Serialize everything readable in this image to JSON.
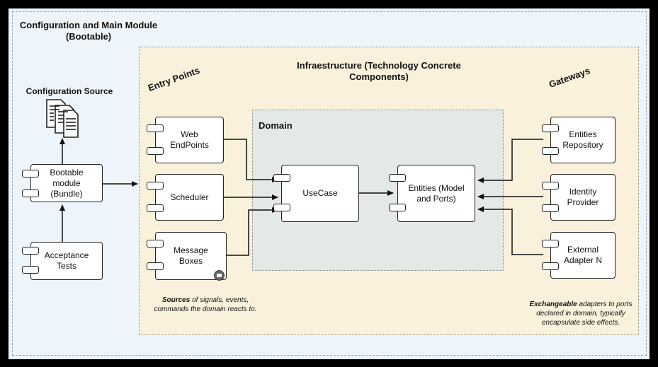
{
  "title": {
    "line1": "Configuration and Main Module",
    "line2": "(Bootable)"
  },
  "config_source": "Configuration Source",
  "infra_title": {
    "line1": "Infraestructure  (Technology Concrete",
    "line2": "Components)"
  },
  "entry_points": "Entry Points",
  "gateways": "Gateways",
  "domain": "Domain",
  "bootable": [
    "Bootable",
    "module",
    "(Bundle)"
  ],
  "acceptance": [
    "Acceptance",
    "Tests"
  ],
  "web": [
    "Web",
    "EndPoints"
  ],
  "scheduler": [
    "Scheduler"
  ],
  "message": [
    "Message",
    "Boxes"
  ],
  "usecase": [
    "UseCase"
  ],
  "entities": [
    "Entities (Model",
    "and Ports)"
  ],
  "repo": [
    "Entities",
    "Repository"
  ],
  "identity": [
    "Identity",
    "Provider"
  ],
  "external": [
    "External",
    "Adapter N"
  ],
  "sources_note": {
    "bold": "Sources",
    "rest1": " of signals, events,",
    "line2": "commands the domain reacts to."
  },
  "adapters_note": {
    "bold": "Exchangeable",
    "rest1": " adapters to ports",
    "line2": "declared in domain, typically",
    "line3": "encapsulate side effects."
  },
  "colors": {
    "infra": "#f9f1dc",
    "domain": "#e3e9e4",
    "background": "#eef5fa"
  }
}
